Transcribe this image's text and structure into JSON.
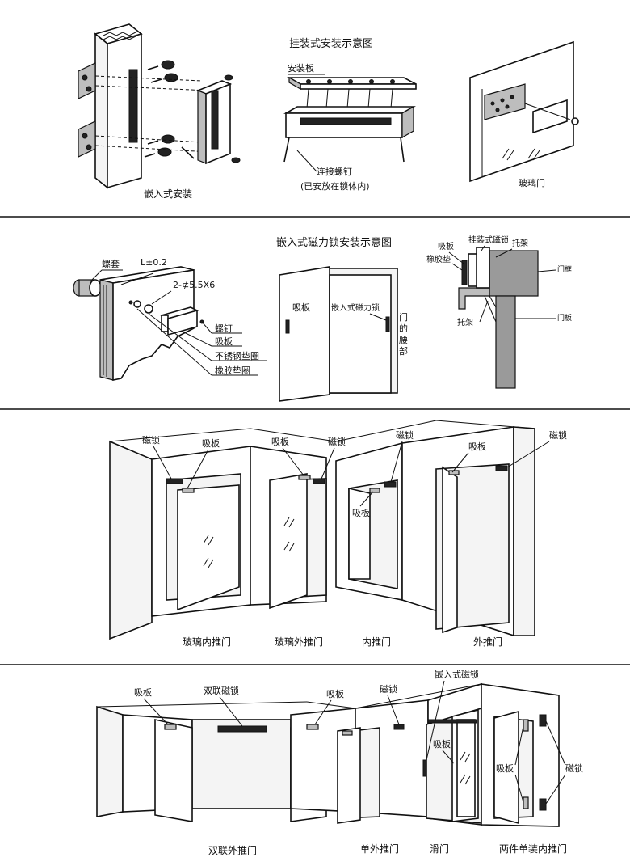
{
  "sections": {
    "s1": {
      "embedded_caption": "嵌入式安装",
      "hanging_title": "挂装式安装示意图",
      "mount_plate": "安装板",
      "connect_screw": "连接螺钉",
      "placed_in_lock": "(已安放在锁体内)",
      "glass_door": "玻璃门"
    },
    "s2": {
      "title": "嵌入式磁力锁安装示意图",
      "sleeve": "螺套",
      "tolerance": "L±0.2",
      "hole_spec": "2-⊄5.5X6",
      "screw": "螺钉",
      "armature": "吸板",
      "steel_washer": "不锈钢垫圈",
      "rubber_washer": "橡胶垫圈",
      "door_armature": "吸板",
      "embedded_lock": "嵌入式磁力锁",
      "door_waist": [
        "门",
        "的",
        "腰",
        "部"
      ],
      "d_armature": "吸板",
      "d_hanging_lock": "挂装式磁锁",
      "d_bracket_top": "托架",
      "d_rubber_pad": "橡胶垫",
      "d_door_frame": "门框",
      "d_bracket_bottom": "托架",
      "d_door_leaf": "门板"
    },
    "s3": {
      "label_lock_1": "磁锁",
      "label_plate_1": "吸板",
      "label_plate_2": "吸板",
      "label_lock_2": "磁锁",
      "label_lock_3": "磁锁",
      "label_plate_3": "吸板",
      "label_plate_4": "吸板",
      "label_lock_4": "磁锁",
      "cap_glass_in": "玻璃内推门",
      "cap_glass_out": "玻璃外推门",
      "cap_in": "内推门",
      "cap_out": "外推门"
    },
    "s4": {
      "label_plate_1": "吸板",
      "label_double": "双联磁锁",
      "label_plate_2": "吸板",
      "label_lock_1": "磁锁",
      "label_embedded": "嵌入式磁锁",
      "label_plate_3": "吸板",
      "label_plate_4": "吸板",
      "label_lock_2": "磁锁",
      "cap_double_out": "双联外推门",
      "cap_single_out": "单外推门",
      "cap_sliding": "滑门",
      "cap_two_single_in": "两件单装内推门"
    }
  },
  "colors": {
    "line": "#111111",
    "wall": "#f4f4f4",
    "wood": "#9a9a9a"
  }
}
